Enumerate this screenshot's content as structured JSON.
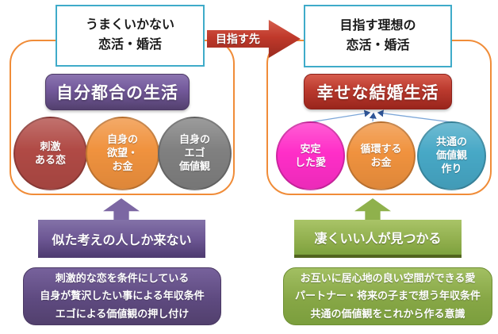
{
  "diagram": {
    "flow_arrow_label": "目指す先",
    "left": {
      "top_box_lines": [
        "うまくいかない",
        "恋活・婚活"
      ],
      "headline": "自分都合の生活",
      "circles": [
        {
          "lines": [
            "刺激",
            "ある恋"
          ],
          "color": "#b04a45"
        },
        {
          "lines": [
            "自身の",
            "欲望・",
            "お金"
          ],
          "color": "#f0923e"
        },
        {
          "lines": [
            "自身の",
            "エゴ",
            "価値観"
          ],
          "color": "#808080"
        }
      ],
      "callout": "似た考えの人しか来ない",
      "detail_lines": [
        "刺激的な恋を条件にしている",
        "自身が贅沢したい事による年収条件",
        "エゴによる価値観の押し付け"
      ]
    },
    "right": {
      "top_box_lines": [
        "目指す理想の",
        "恋活・婚活"
      ],
      "headline": "幸せな結婚生活",
      "circles": [
        {
          "lines": [
            "安定",
            "した愛"
          ],
          "color": "#ff2ec8"
        },
        {
          "lines": [
            "循環する",
            "お金"
          ],
          "color": "#f0923e"
        },
        {
          "lines": [
            "共通の",
            "価値観",
            "作り"
          ],
          "color": "#47a8c6"
        }
      ],
      "callout": "凄くいい人が見つかる",
      "detail_lines": [
        "お互いに居心地の良い空間ができる愛",
        "パートナー・将来の子まで想う年収条件",
        "共通の価値観をこれから作る意識"
      ]
    },
    "colors": {
      "frame_border": "#f08c38",
      "top_box_border": "#3fabc9",
      "left_accent_purple": "#8064a2",
      "right_headline_red": "#c0504d",
      "right_accent_green": "#9bbb59",
      "flow_arrow_red": "#c0392b",
      "connector_blue": "#7da7d8",
      "connector_arrowhead_blue": "#2f5597"
    }
  }
}
